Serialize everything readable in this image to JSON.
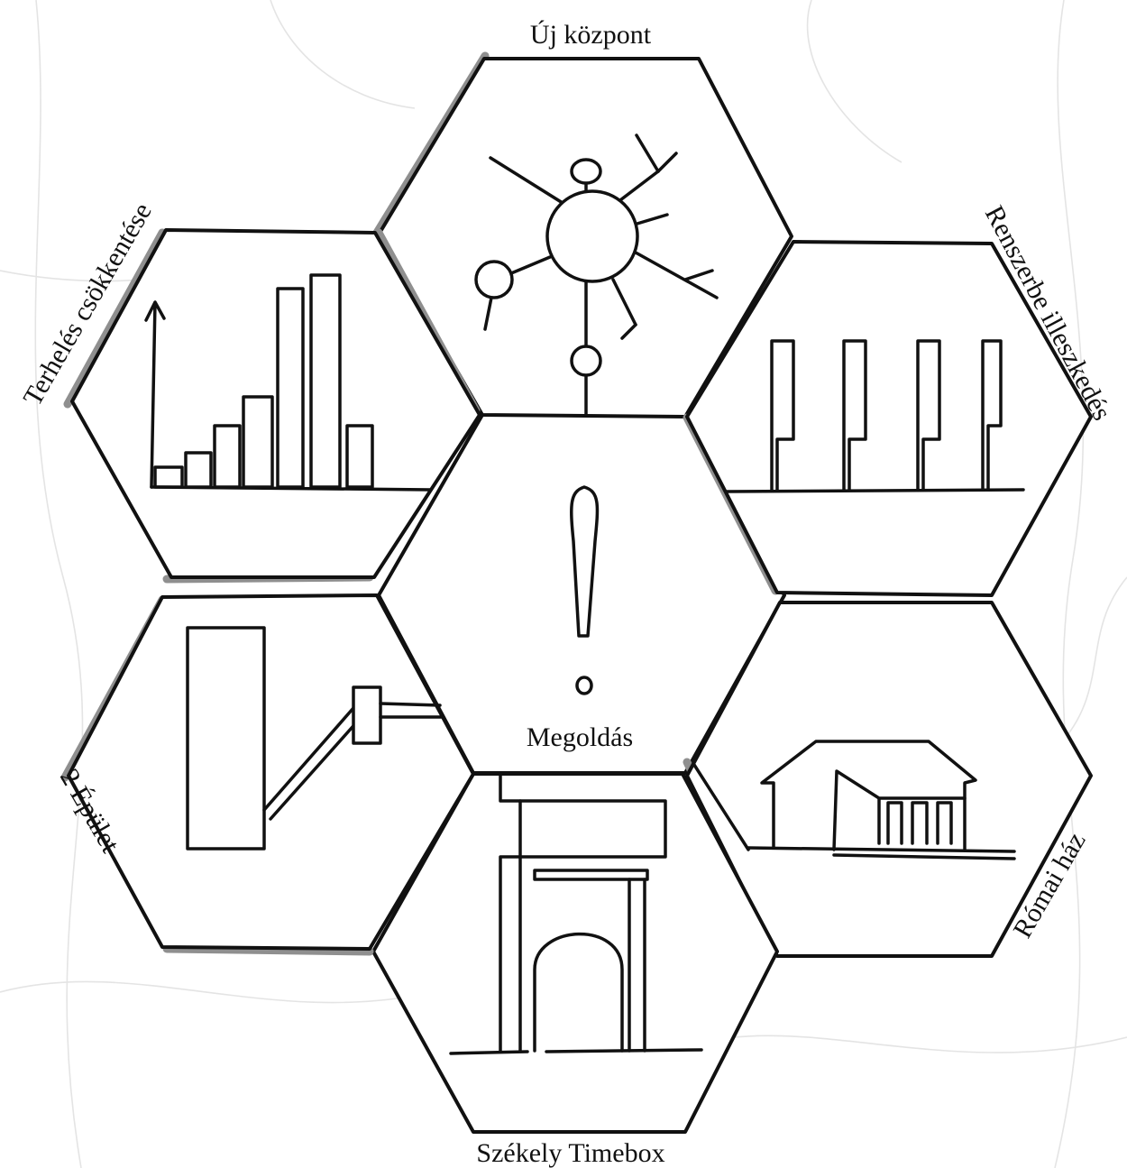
{
  "diagram": {
    "center_label": "Megoldás",
    "center_icon": "exclamation-mark-icon",
    "segments": [
      {
        "id": "top",
        "label": "Új központ",
        "icon": "network-hub-icon"
      },
      {
        "id": "upper-right",
        "label": "Renszerbe illeszkedés",
        "icon": "bar-pipes-icon"
      },
      {
        "id": "lower-right",
        "label": "Római ház",
        "icon": "house-icon"
      },
      {
        "id": "bottom",
        "label": "Székely Timebox",
        "icon": "gate-icon"
      },
      {
        "id": "lower-left",
        "label": "2 Épület",
        "icon": "two-buildings-icon"
      },
      {
        "id": "upper-left",
        "label": "Terhelés csökkentése",
        "icon": "bar-chart-icon"
      }
    ],
    "colors": {
      "ink": "#111111",
      "shadow": "#8f8f8f",
      "background": "#ffffff"
    }
  }
}
